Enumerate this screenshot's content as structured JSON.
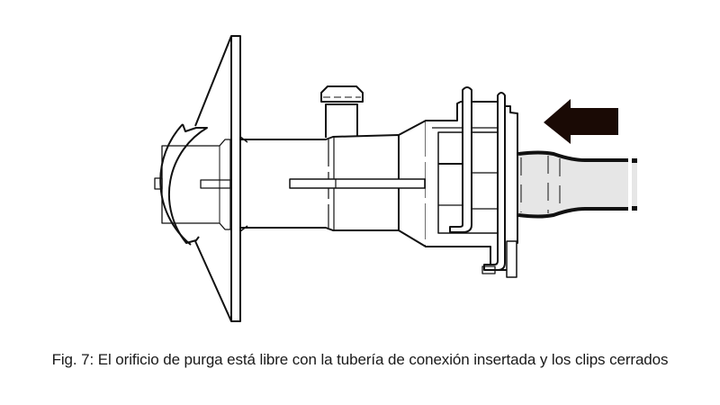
{
  "figure": {
    "caption": "Fig. 7: El orificio de purga está libre con la tubería de conexión insertada y los clips cerrados",
    "colors": {
      "line": "#111111",
      "arrow": "#1a0a05",
      "tube_fill": "#e6e6e6",
      "background": "#ffffff"
    },
    "parts": [
      "wall-flange",
      "dome-cap",
      "body-tube",
      "purge-port",
      "reducer",
      "connector-housing",
      "clip-1",
      "clip-2",
      "connection-tube",
      "insertion-arrow"
    ]
  }
}
